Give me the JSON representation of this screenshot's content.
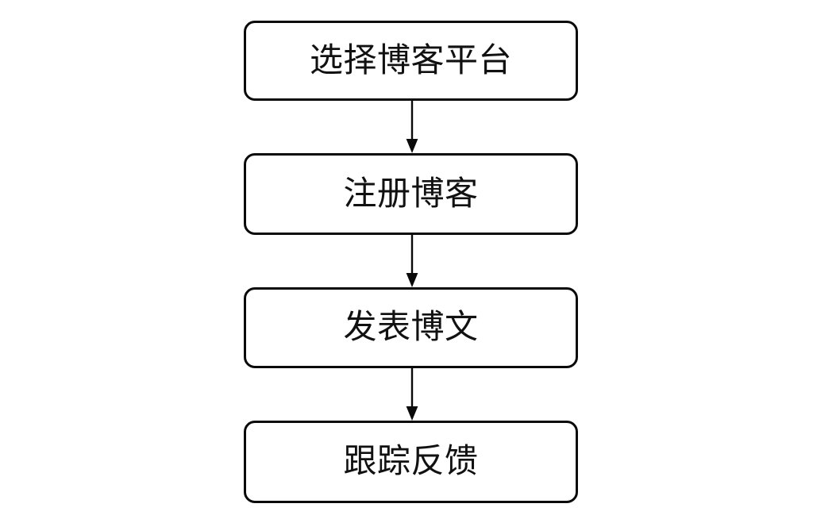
{
  "diagram": {
    "type": "flowchart",
    "orientation": "vertical",
    "background_color": "#ffffff",
    "stroke_color": "#0a0a0a",
    "text_color": "#111111",
    "nodes": [
      {
        "id": "node-1",
        "label": "选择博客平台",
        "shape": "rounded-rectangle"
      },
      {
        "id": "node-2",
        "label": "注册博客",
        "shape": "rounded-rectangle"
      },
      {
        "id": "node-3",
        "label": "发表博文",
        "shape": "rounded-rectangle"
      },
      {
        "id": "node-4",
        "label": "跟踪反馈",
        "shape": "rounded-rectangle"
      }
    ],
    "connectors": [
      {
        "id": "arrow-1",
        "from": "node-1",
        "to": "node-2",
        "icon": "arrow-down-icon"
      },
      {
        "id": "arrow-2",
        "from": "node-2",
        "to": "node-3",
        "icon": "arrow-down-icon"
      },
      {
        "id": "arrow-3",
        "from": "node-3",
        "to": "node-4",
        "icon": "arrow-down-icon"
      }
    ]
  }
}
